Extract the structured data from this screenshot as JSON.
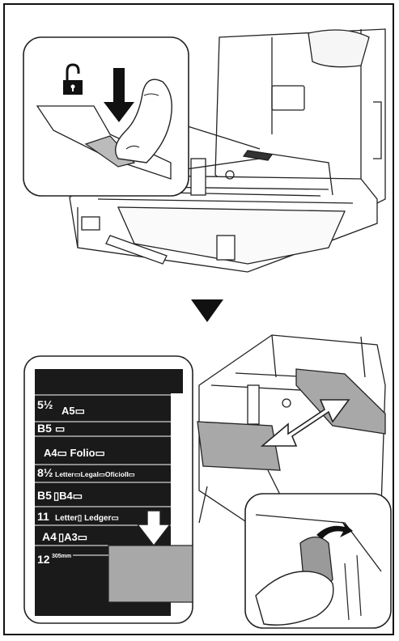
{
  "size_scale": {
    "rows": [
      {
        "num": "5½",
        "sizes": "A5▭"
      },
      {
        "num": "B5",
        "sizes": "▭"
      },
      {
        "num": "",
        "sizes": "A4▭ Folio▭"
      },
      {
        "num": "8½",
        "sizes": "Letter▭Legal▭OficioII▭"
      },
      {
        "num": "B5",
        "sizes": "▯B4▭"
      },
      {
        "num": "11",
        "sizes": "Letter▯ Ledger▭"
      },
      {
        "num": "A4",
        "sizes": "▯A3▭"
      },
      {
        "num": "12",
        "sizes": "305mm"
      }
    ]
  }
}
